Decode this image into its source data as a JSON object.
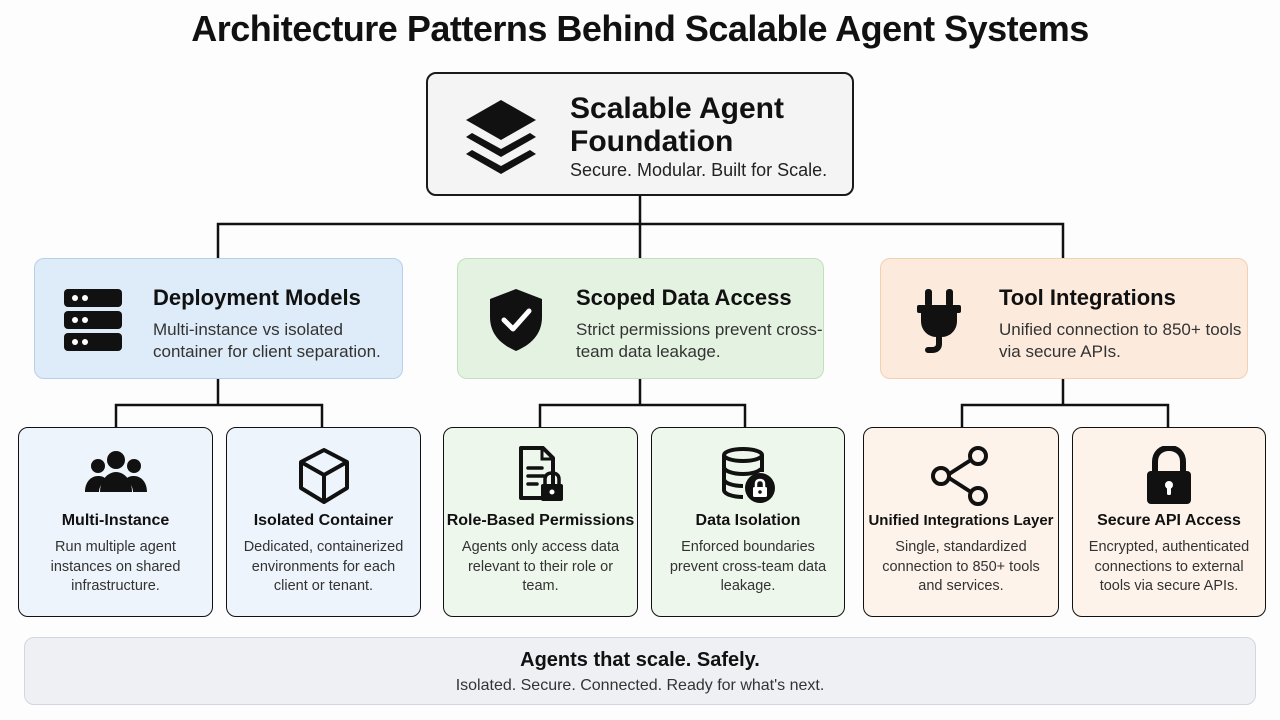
{
  "title": "Architecture Patterns Behind Scalable Agent Systems",
  "root": {
    "name": "Scalable Agent Foundation",
    "subtitle": "Secure. Modular. Built for Scale.",
    "icon": "layers-icon"
  },
  "categories": [
    {
      "name": "Deployment Models",
      "desc": "Multi-instance vs isolated container for client separation.",
      "icon": "server-icon",
      "color": "#deebf8",
      "children": [
        {
          "name": "Multi-Instance",
          "desc": "Run multiple agent instances on shared infrastructure.",
          "icon": "users-icon"
        },
        {
          "name": "Isolated Container",
          "desc": "Dedicated, containerized environments for each client or tenant.",
          "icon": "cube-icon"
        }
      ]
    },
    {
      "name": "Scoped Data Access",
      "desc": "Strict permissions prevent cross-team data leakage.",
      "icon": "shield-check-icon",
      "color": "#e4f3e1",
      "children": [
        {
          "name": "Role-Based Permissions",
          "desc": "Agents only access data relevant to their role or team.",
          "icon": "locked-document-icon"
        },
        {
          "name": "Data Isolation",
          "desc": "Enforced boundaries prevent cross-team data leakage.",
          "icon": "locked-database-icon"
        }
      ]
    },
    {
      "name": "Tool Integrations",
      "desc": "Unified connection to 850+ tools via secure APIs.",
      "icon": "plug-icon",
      "color": "#fcebdc",
      "children": [
        {
          "name": "Unified Integrations Layer",
          "desc": "Single, standardized connection to 850+ tools and services.",
          "icon": "share-nodes-icon"
        },
        {
          "name": "Secure API Access",
          "desc": "Encrypted, authenticated connections to external tools via secure APIs.",
          "icon": "padlock-icon"
        }
      ]
    }
  ],
  "footer": {
    "headline": "Agents that scale. Safely.",
    "subline": "Isolated. Secure. Connected. Ready for what's next."
  }
}
